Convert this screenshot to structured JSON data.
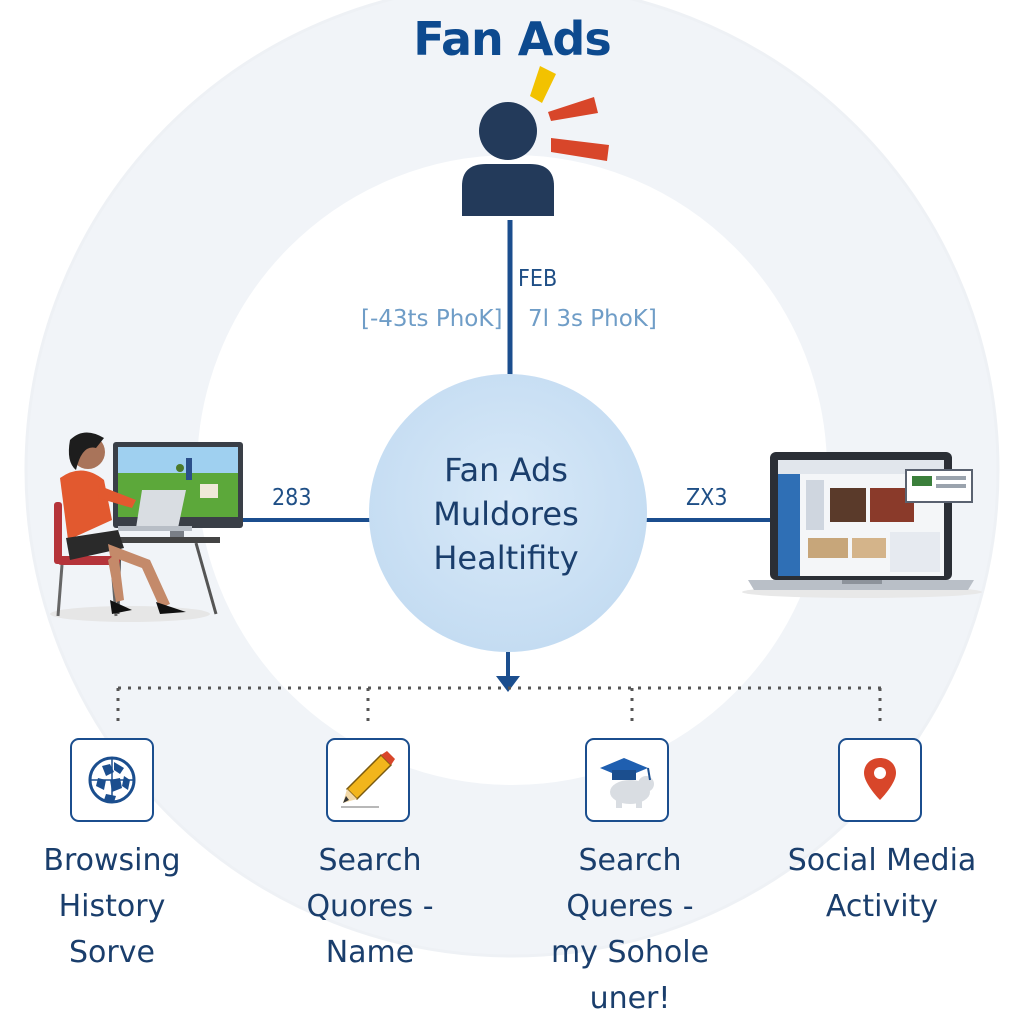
{
  "title": "Fan Ads",
  "connector_labels": {
    "top_code": "FEB",
    "top_left_note": "[-43ts PhoK]",
    "top_right_note": "7l 3s PhoK]",
    "left_code": "283",
    "right_code": "ZX3"
  },
  "hub": {
    "line1": "Fan Ads",
    "line2": "Muldores",
    "line3": "Healtifity"
  },
  "categories": [
    {
      "icon": "globe-icon",
      "lines": [
        "Browsing",
        "History",
        "Sorve"
      ]
    },
    {
      "icon": "pencil-icon",
      "lines": [
        "Search",
        "Quores -",
        "Name"
      ]
    },
    {
      "icon": "graduation-cap-icon",
      "lines": [
        "Search",
        "Queres -",
        "my Sohole",
        "uner!"
      ]
    },
    {
      "icon": "map-pin-icon",
      "lines": [
        "Social Media",
        "Activity"
      ]
    }
  ],
  "colors": {
    "brand_blue": "#0d4a8f",
    "hub_fill": "#cfe3f6",
    "accent_red": "#d8462a",
    "accent_yellow": "#f2c200",
    "icon_navy": "#233a5a"
  }
}
